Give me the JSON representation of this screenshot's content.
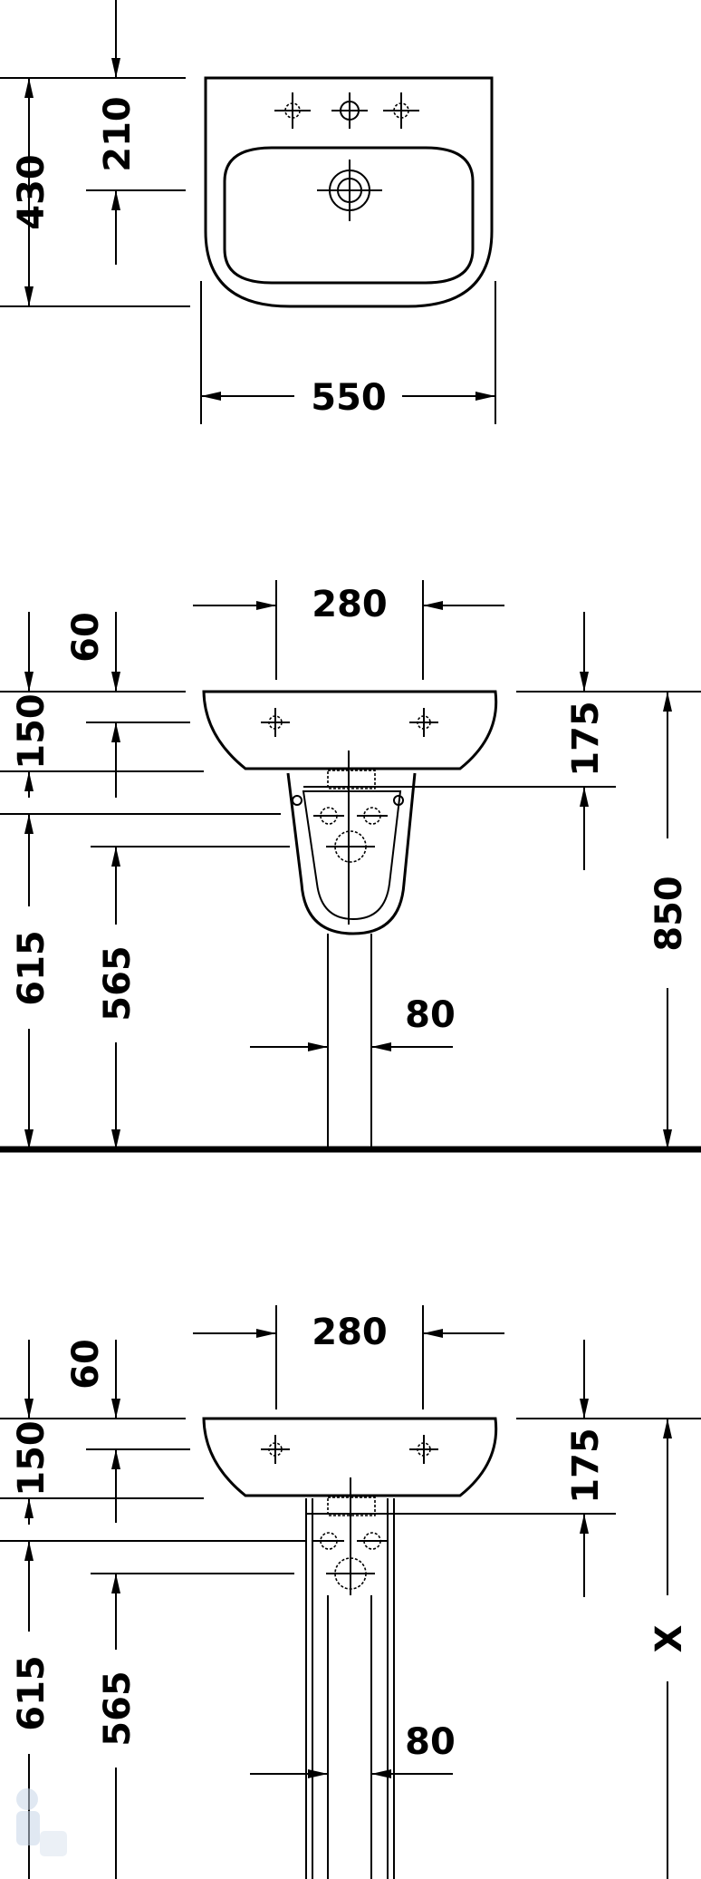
{
  "top_view": {
    "depth": "430",
    "tap_to_drain": "210",
    "width": "550"
  },
  "front_view": {
    "hole_spacing": "280",
    "rim_to_hole": "60",
    "rim_to_bottom": "150",
    "rim_to_fixing": "175",
    "fixing_height": "615",
    "outlet_height": "565",
    "pipe_width": "80",
    "rim_height": "850"
  },
  "pedestal_view": {
    "hole_spacing": "280",
    "rim_to_hole": "60",
    "rim_to_bottom": "150",
    "rim_to_fixing": "175",
    "fixing_height": "615",
    "outlet_height": "565",
    "pipe_width": "80",
    "rim_height": "X"
  }
}
